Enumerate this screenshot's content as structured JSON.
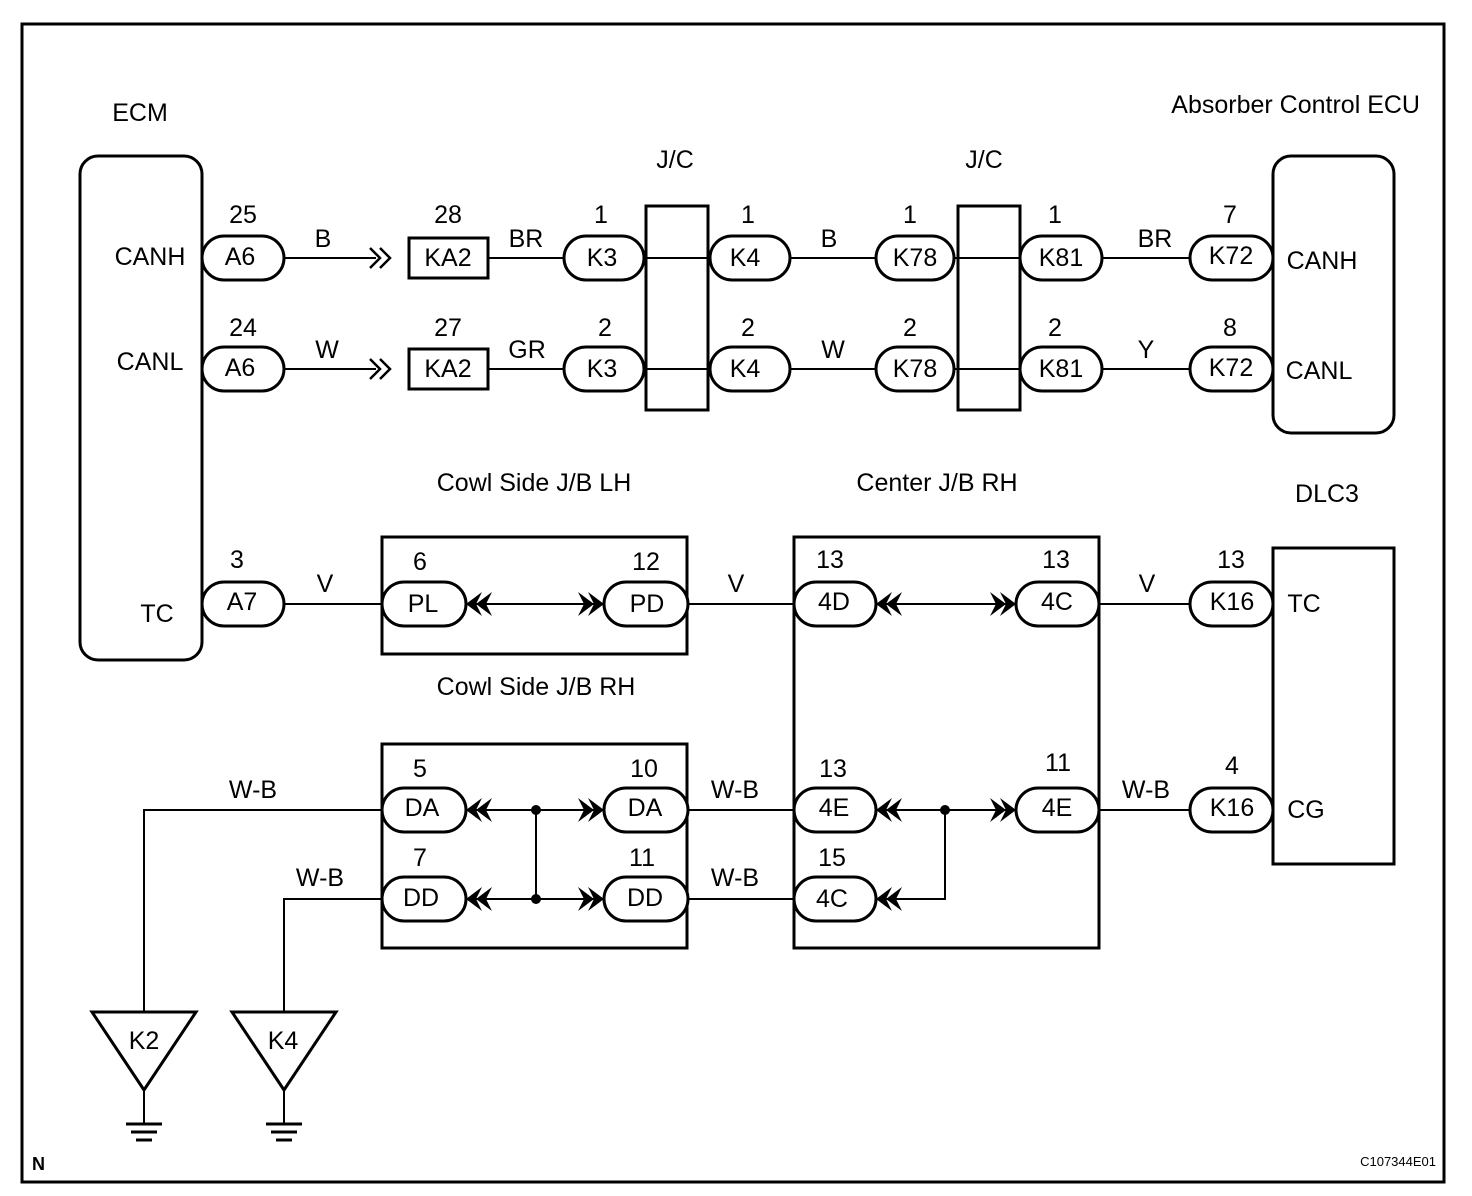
{
  "components": {
    "ecm": "ECM",
    "absorber": "Absorber Control ECU",
    "jc_left": "J/C",
    "jc_right": "J/C",
    "cowl_lh": "Cowl Side J/B LH",
    "cowl_rh": "Cowl Side J/B RH",
    "center_jb": "Center J/B RH",
    "dlc3": "DLC3"
  },
  "terminals": {
    "ecm_canh": "CANH",
    "ecm_canl": "CANL",
    "ecm_tc": "TC",
    "abs_canh": "CANH",
    "abs_canl": "CANL",
    "dlc_tc": "TC",
    "dlc_cg": "CG"
  },
  "connectors": [
    {
      "id": "c1",
      "name": "A6",
      "pin": "25"
    },
    {
      "id": "c2",
      "name": "A6",
      "pin": "24"
    },
    {
      "id": "c3",
      "name": "KA2",
      "pin": "28"
    },
    {
      "id": "c4",
      "name": "KA2",
      "pin": "27"
    },
    {
      "id": "c5",
      "name": "K3",
      "pin": "1"
    },
    {
      "id": "c6",
      "name": "K3",
      "pin": "2"
    },
    {
      "id": "c7",
      "name": "K4",
      "pin": "1"
    },
    {
      "id": "c8",
      "name": "K4",
      "pin": "2"
    },
    {
      "id": "c9",
      "name": "K78",
      "pin": "1"
    },
    {
      "id": "c10",
      "name": "K78",
      "pin": "2"
    },
    {
      "id": "c11",
      "name": "K81",
      "pin": "1"
    },
    {
      "id": "c12",
      "name": "K81",
      "pin": "2"
    },
    {
      "id": "c13",
      "name": "K72",
      "pin": "7"
    },
    {
      "id": "c14",
      "name": "K72",
      "pin": "8"
    },
    {
      "id": "c15",
      "name": "A7",
      "pin": "3"
    },
    {
      "id": "c16",
      "name": "PL",
      "pin": "6"
    },
    {
      "id": "c17",
      "name": "PD",
      "pin": "12"
    },
    {
      "id": "c18",
      "name": "4D",
      "pin": "13"
    },
    {
      "id": "c19",
      "name": "4C",
      "pin": "13"
    },
    {
      "id": "c20",
      "name": "K16",
      "pin": "13"
    },
    {
      "id": "c21",
      "name": "DA",
      "pin": "5"
    },
    {
      "id": "c22",
      "name": "DA",
      "pin": "10"
    },
    {
      "id": "c23",
      "name": "DD",
      "pin": "7"
    },
    {
      "id": "c24",
      "name": "DD",
      "pin": "11"
    },
    {
      "id": "c25",
      "name": "4E",
      "pin": "13"
    },
    {
      "id": "c26",
      "name": "4E",
      "pin": "11"
    },
    {
      "id": "c27",
      "name": "4C",
      "pin": "15"
    },
    {
      "id": "c28",
      "name": "K16",
      "pin": "4"
    }
  ],
  "wire_colors": {
    "w1": "B",
    "w2": "BR",
    "w3": "B",
    "w4": "BR",
    "w5": "W",
    "w6": "GR",
    "w7": "W",
    "w8": "Y",
    "w9": "V",
    "w10": "V",
    "w11": "V",
    "w12": "W-B",
    "w13": "W-B",
    "w14": "W-B",
    "w15": "W-B",
    "w16": "W-B"
  },
  "grounds": {
    "g1": "K2",
    "g2": "K4"
  },
  "corner": {
    "left": "N",
    "right": "C107344E01"
  }
}
